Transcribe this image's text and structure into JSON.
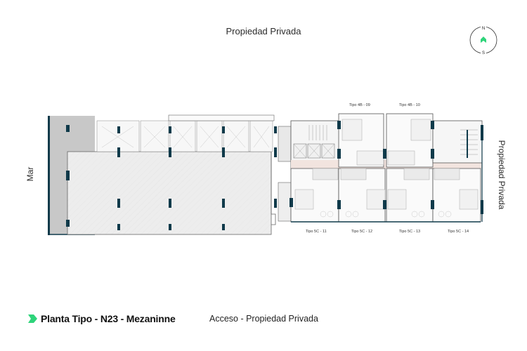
{
  "labels": {
    "north": "Propiedad Privada",
    "east": "Propiedad Privada",
    "west": "Mar",
    "south": "Acceso - Propiedad Privada"
  },
  "compass": {
    "north": "N",
    "south": "S",
    "arrow_color": "#2ed47a"
  },
  "title": {
    "text": "Planta Tipo - N23 - Mezaninne",
    "icon": "chevron-arrow-icon",
    "icon_color": "#2ed47a"
  },
  "units_top": [
    {
      "label": "Tipo 4B - 09"
    },
    {
      "label": "Tipo 4B - 10"
    }
  ],
  "units_bottom": [
    {
      "label": "Tipo 5C - 11"
    },
    {
      "label": "Tipo 5C - 12"
    },
    {
      "label": "Tipo 5C - 13"
    },
    {
      "label": "Tipo 5C - 14"
    }
  ],
  "colors": {
    "structure": "#0f3a4a",
    "wall": "#555555",
    "terrace": "#c8c8c8",
    "common_floor": "#ececec",
    "corridor": "#f2e4df",
    "accent": "#2ed47a"
  }
}
